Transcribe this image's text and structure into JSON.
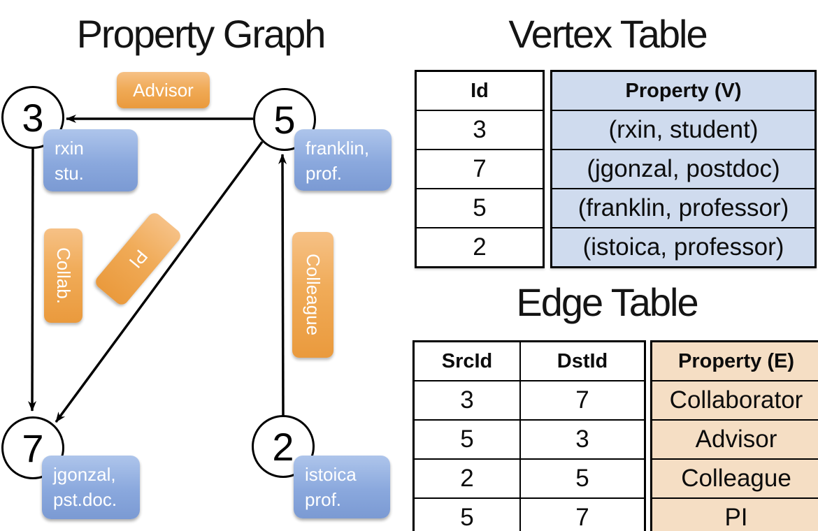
{
  "colors": {
    "edge_label_orange": "#EA9A3D",
    "vertex_box_blue": "#7B9AD3",
    "vertex_table_fill": "#CFDBEE",
    "edge_table_fill": "#F5DEC4"
  },
  "graph": {
    "title": "Property Graph",
    "nodes": {
      "n3": "3",
      "n5": "5",
      "n7": "7",
      "n2": "2"
    },
    "edge_labels": {
      "advisor": "Advisor",
      "collab": "Collab.",
      "pi": "PI",
      "colleague": "Colleague"
    },
    "properties": {
      "n3": {
        "line1": "rxin",
        "line2": "stu."
      },
      "n5": {
        "line1": "franklin,",
        "line2": "prof."
      },
      "n7": {
        "line1": "jgonzal,",
        "line2": "pst.doc."
      },
      "n2": {
        "line1": "istoica",
        "line2": "prof."
      }
    }
  },
  "vertex_table": {
    "title": "Vertex Table",
    "columns": {
      "id": "Id",
      "property": "Property (V)"
    },
    "rows": [
      {
        "id": "3",
        "property": "(rxin, student)"
      },
      {
        "id": "7",
        "property": "(jgonzal, postdoc)"
      },
      {
        "id": "5",
        "property": "(franklin, professor)"
      },
      {
        "id": "2",
        "property": "(istoica, professor)"
      }
    ]
  },
  "edge_table": {
    "title": "Edge Table",
    "columns": {
      "src": "SrcId",
      "dst": "DstId",
      "property": "Property (E)"
    },
    "rows": [
      {
        "src": "3",
        "dst": "7",
        "property": "Collaborator"
      },
      {
        "src": "5",
        "dst": "3",
        "property": "Advisor"
      },
      {
        "src": "2",
        "dst": "5",
        "property": "Colleague"
      },
      {
        "src": "5",
        "dst": "7",
        "property": "PI"
      }
    ]
  }
}
